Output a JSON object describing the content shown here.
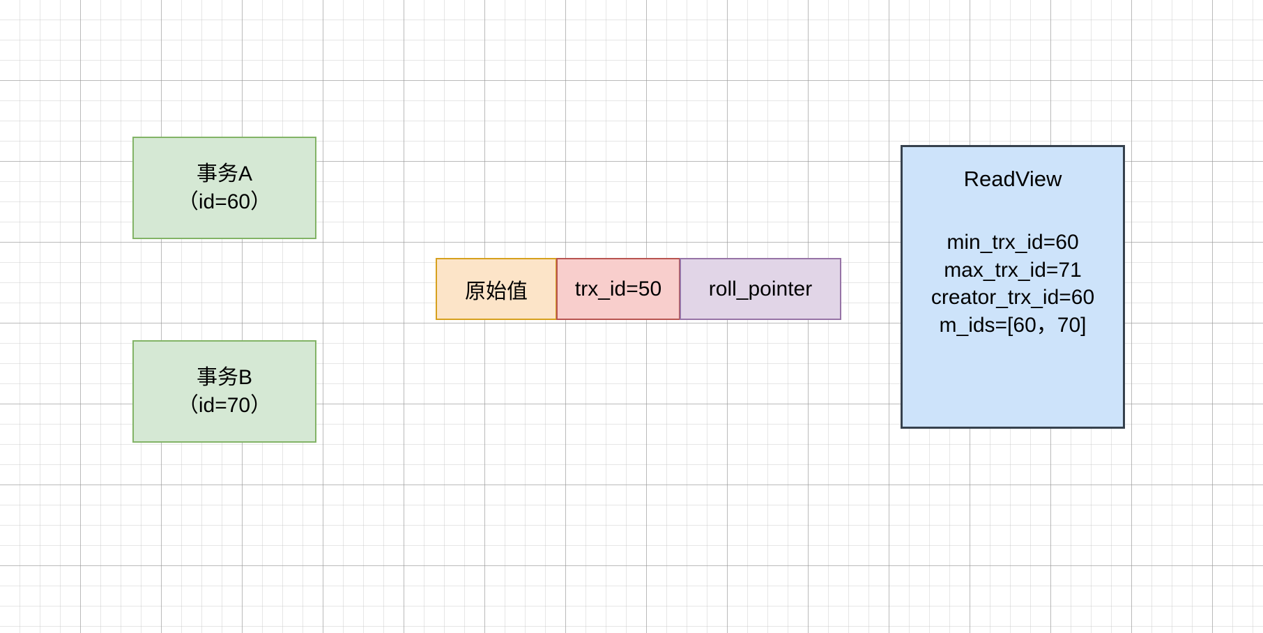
{
  "canvas": {
    "background_color": "#ffffff",
    "grid_minor_color": "#e8e8e8",
    "grid_major_color": "#cccccc"
  },
  "transactions": [
    {
      "id": "txn-a",
      "name_line": "事务A",
      "id_line": "（id=60）",
      "fill_color": "#d5e8d4",
      "stroke_color": "#82b366"
    },
    {
      "id": "txn-b",
      "name_line": "事务B",
      "id_line": "（id=70）",
      "fill_color": "#d5e8d4",
      "stroke_color": "#82b366"
    }
  ],
  "record_row": {
    "cells": [
      {
        "key": "value",
        "label": "原始值",
        "fill_color": "#fce4c8",
        "stroke_color": "#d6a01d"
      },
      {
        "key": "trx_id",
        "label": "trx_id=50",
        "fill_color": "#f8cecc",
        "stroke_color": "#b85450"
      },
      {
        "key": "roll_pointer",
        "label": "roll_pointer",
        "fill_color": "#e1d5e7",
        "stroke_color": "#9673a6"
      }
    ]
  },
  "readview": {
    "title": "ReadView",
    "fill_color": "#cde3fa",
    "stroke_color": "#36414d",
    "fields": [
      "min_trx_id=60",
      "max_trx_id=71",
      "creator_trx_id=60",
      "m_ids=[60，70]"
    ]
  }
}
